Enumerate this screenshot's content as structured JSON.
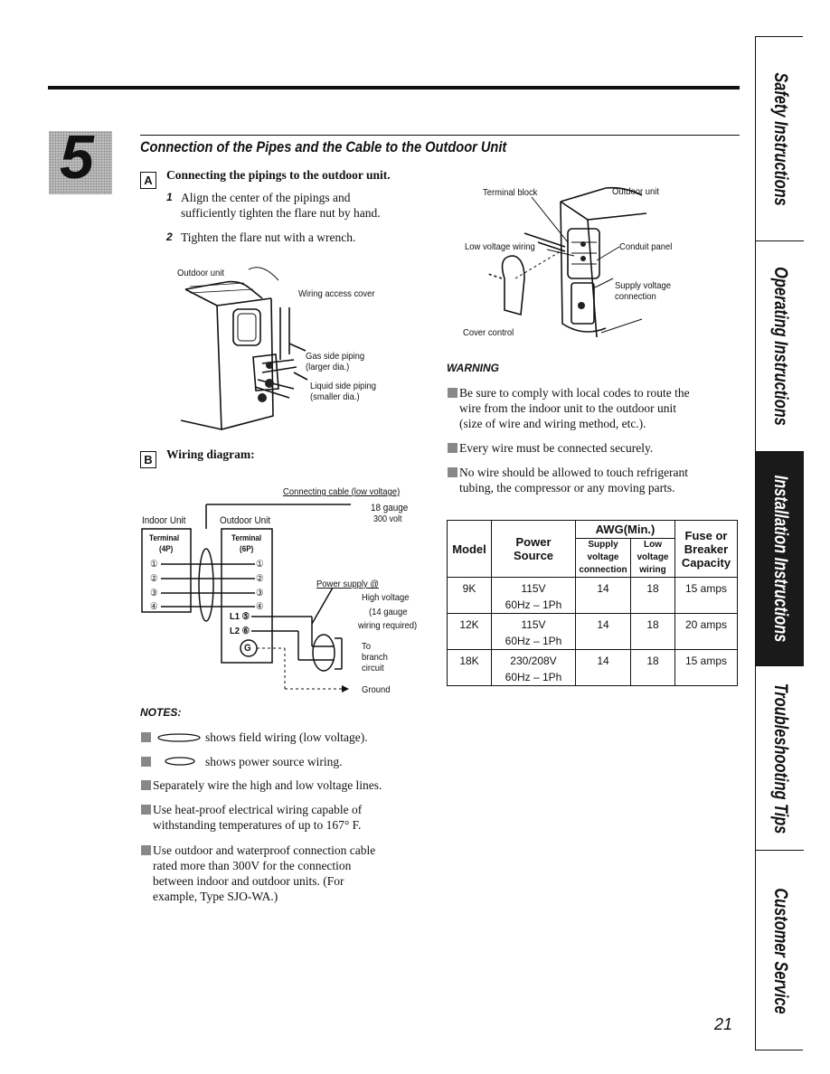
{
  "step_number": "5",
  "section_title": "Connection of the Pipes and the Cable to the Outdoor Unit",
  "part_a": {
    "letter": "A",
    "heading": "Connecting the pipings to the outdoor unit.",
    "steps": [
      {
        "num": "1",
        "line1": "Align the center of the pipings and",
        "line2": "sufficiently tighten the flare nut by hand."
      },
      {
        "num": "2",
        "line1": "Tighten the flare nut with a wrench.",
        "line2": ""
      }
    ],
    "figure_labels": {
      "outdoor_unit": "Outdoor unit",
      "wiring_access_cover": "Wiring access cover",
      "gas_side_1": "Gas side piping",
      "gas_side_2": "(larger dia.)",
      "liquid_side_1": "Liquid side piping",
      "liquid_side_2": "(smaller dia.)"
    }
  },
  "right_figure": {
    "terminal_block": "Terminal block",
    "outdoor_unit": "Outdoor unit",
    "low_voltage_wiring": "Low voltage wiring",
    "conduit_panel": "Conduit panel",
    "supply_voltage_1": "Supply voltage",
    "supply_voltage_2": "connection",
    "cover_control": "Cover control"
  },
  "warning": {
    "title": "WARNING",
    "items": [
      [
        "Be sure to comply with local codes to route the",
        "wire from the indoor unit to the outdoor unit",
        "(size of wire and wiring method, etc.)."
      ],
      [
        "Every wire must be connected securely."
      ],
      [
        "No wire should be allowed to touch refrigerant",
        "tubing, the compressor or any moving parts."
      ]
    ]
  },
  "part_b": {
    "letter": "B",
    "heading": "Wiring diagram:",
    "labels": {
      "connecting_cable": "Connecting cable (low voltage)",
      "gauge_18": "18 gauge",
      "volt_300": "300 volt",
      "indoor_unit": "Indoor Unit",
      "outdoor_unit": "Outdoor Unit",
      "terminal": "Terminal",
      "indoor_terminal_count": "(4P)",
      "outdoor_terminal_count": "(6P)",
      "t1": "①",
      "t2": "②",
      "t3": "③",
      "t4": "④",
      "l1": "L1 ⑤",
      "l2": "L2 ⑥",
      "ground_symbol": "G",
      "power_supply": "Power supply @",
      "high_voltage": "High voltage",
      "gauge_14": "(14 gauge",
      "wiring_required": "wiring required)",
      "to": "To",
      "branch": "branch",
      "circuit": "circuit",
      "ground": "Ground"
    }
  },
  "notes": {
    "title": "NOTES:",
    "items": [
      [
        "shows field wiring (low voltage)."
      ],
      [
        "shows power source wiring."
      ],
      [
        "Separately wire the high and low voltage lines."
      ],
      [
        "Use heat-proof electrical wiring capable of",
        "withstanding temperatures of up to 167° F."
      ],
      [
        "Use outdoor and waterproof connection cable",
        "rated more than 300V for the connection",
        "between indoor and outdoor units. (For",
        "example, Type SJO-WA.)"
      ]
    ]
  },
  "table": {
    "headers": {
      "model": "Model",
      "power_source_1": "Power",
      "power_source_2": "Source",
      "awg": "AWG(Min.)",
      "supply_1": "Supply",
      "supply_2": "voltage",
      "supply_3": "connection",
      "low_1": "Low",
      "low_2": "voltage",
      "low_3": "wiring",
      "fuse_1": "Fuse or",
      "fuse_2": "Breaker",
      "fuse_3": "Capacity"
    },
    "rows": [
      {
        "model": "9K",
        "power_1": "115V",
        "power_2": "60Hz – 1Ph",
        "supply": "14",
        "low": "18",
        "fuse": "15 amps"
      },
      {
        "model": "12K",
        "power_1": "115V",
        "power_2": "60Hz – 1Ph",
        "supply": "14",
        "low": "18",
        "fuse": "20 amps"
      },
      {
        "model": "18K",
        "power_1": "230/208V",
        "power_2": "60Hz – 1Ph",
        "supply": "14",
        "low": "18",
        "fuse": "15 amps"
      }
    ]
  },
  "side_tabs": [
    "Safety Instructions",
    "Operating Instructions",
    "Installation Instructions",
    "Troubleshooting Tips",
    "Customer Service"
  ],
  "page_number": "21"
}
